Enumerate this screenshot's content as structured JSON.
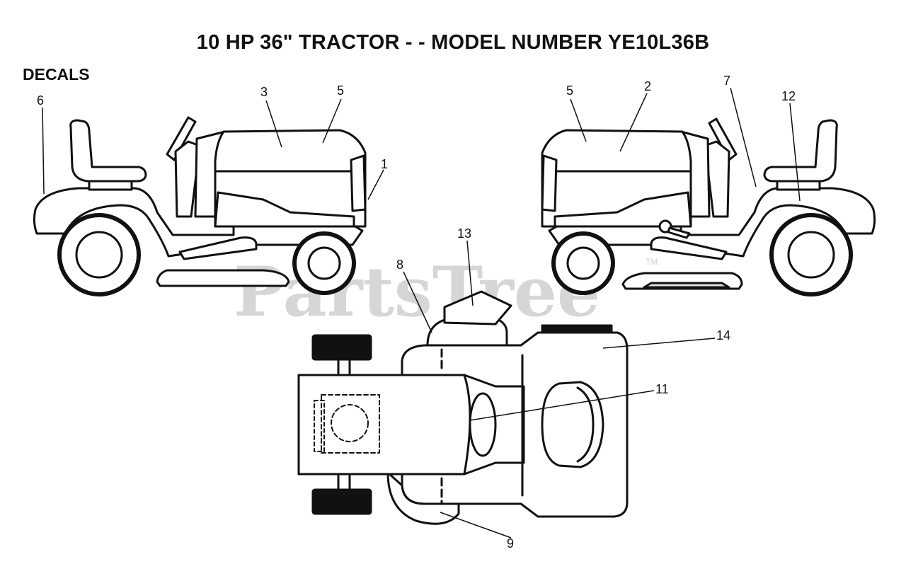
{
  "title": "10 HP 36\" TRACTOR - - MODEL NUMBER YE10L36B",
  "section_label": "DECALS",
  "watermark": {
    "text": "PartsTree",
    "tm": "TM"
  },
  "callouts": {
    "c1": "1",
    "c2": "2",
    "c3": "3",
    "c5a": "5",
    "c5b": "5",
    "c6": "6",
    "c7": "7",
    "c8": "8",
    "c9": "9",
    "c11": "11",
    "c12": "12",
    "c13": "13",
    "c14": "14"
  }
}
